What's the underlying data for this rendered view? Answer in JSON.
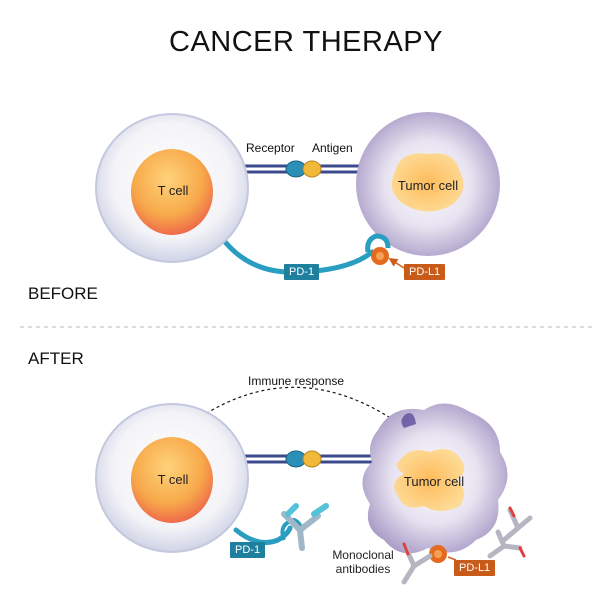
{
  "title": "CANCER THERAPY",
  "sections": {
    "before": "BEFORE",
    "after": "AFTER"
  },
  "before": {
    "t_cell": "T cell",
    "tumor_cell": "Tumor cell",
    "receptor": "Receptor",
    "antigen": "Antigen",
    "pd1": "PD-1",
    "pdl1": "PD-L1"
  },
  "after": {
    "t_cell": "T cell",
    "tumor_cell": "Tumor cell",
    "immune_response": "Immune response",
    "pd1": "PD-1",
    "pdl1": "PD-L1",
    "monoclonal_line1": "Monoclonal",
    "monoclonal_line2": "antibodies"
  },
  "colors": {
    "t_cell_nucleus": "#f5a94a",
    "tumor_cell": "#cfc6e0",
    "pd1": "#1e7f9e",
    "pdl1": "#c85a1a",
    "receptor_link": "#3b4a8c"
  }
}
